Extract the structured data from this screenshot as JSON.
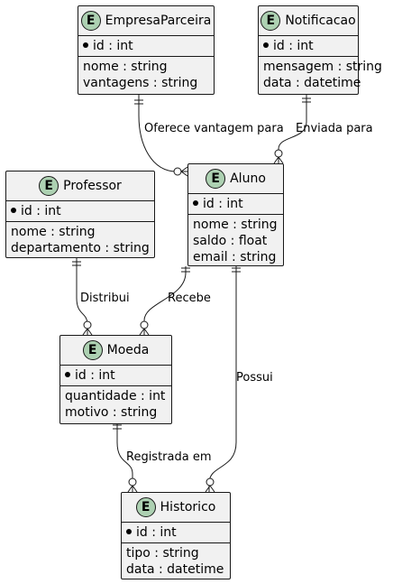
{
  "entities": {
    "empresa": {
      "name": "EmpresaParceira",
      "badge": "E",
      "pk": "id : int",
      "attrs": [
        "nome : string",
        "vantagens : string"
      ]
    },
    "notificacao": {
      "name": "Notificacao",
      "badge": "E",
      "pk": "id : int",
      "attrs": [
        "mensagem : string",
        "data : datetime"
      ]
    },
    "professor": {
      "name": "Professor",
      "badge": "E",
      "pk": "id : int",
      "attrs": [
        "nome : string",
        "departamento : string"
      ]
    },
    "aluno": {
      "name": "Aluno",
      "badge": "E",
      "pk": "id : int",
      "attrs": [
        "nome : string",
        "saldo : float",
        "email : string"
      ]
    },
    "moeda": {
      "name": "Moeda",
      "badge": "E",
      "pk": "id : int",
      "attrs": [
        "quantidade : int",
        "motivo : string"
      ]
    },
    "historico": {
      "name": "Historico",
      "badge": "E",
      "pk": "id : int",
      "attrs": [
        "tipo : string",
        "data : datetime"
      ]
    }
  },
  "relations": {
    "oferece": "Oferece vantagem para",
    "enviada": "Enviada para",
    "distribui": "Distribui",
    "recebe": "Recebe",
    "possui": "Possui",
    "registrada": "Registrada em"
  },
  "colors": {
    "entity_bg": "#f1f1f1",
    "badge": "#add1b2",
    "stroke": "#181818"
  }
}
